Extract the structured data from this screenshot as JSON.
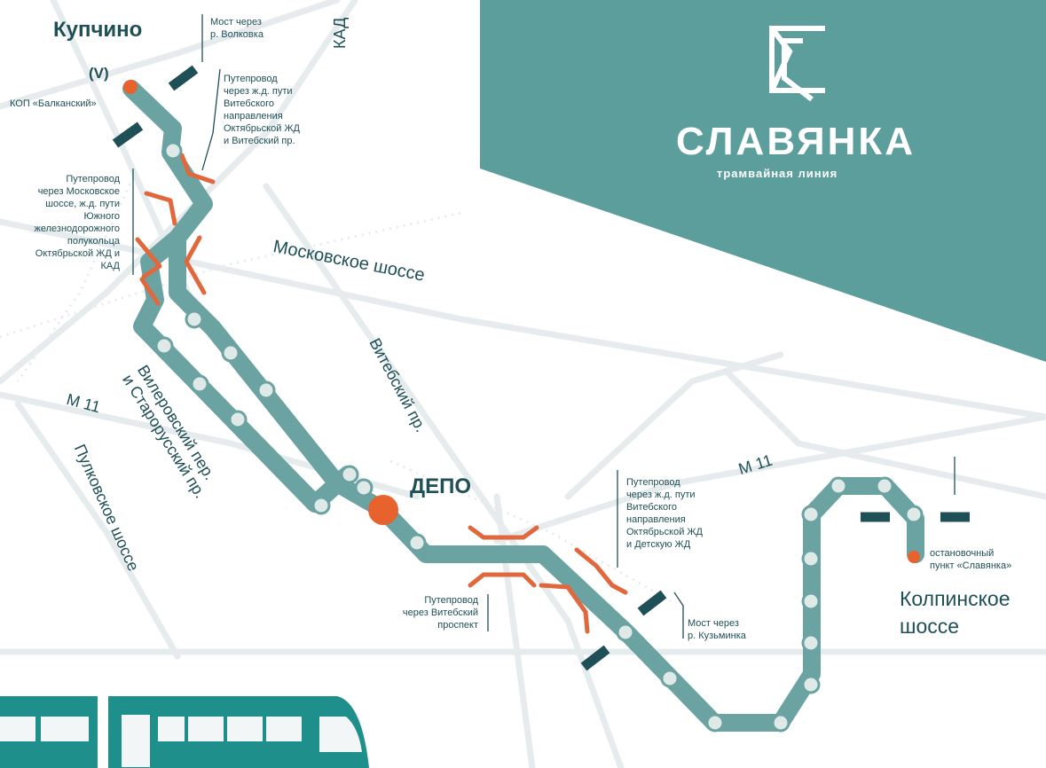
{
  "brand": {
    "name": "СЛАВЯНКА",
    "subtitle": "трамвайная линия",
    "panel_color": "#5c9e9c"
  },
  "colors": {
    "route": "#6aa3a1",
    "stop": "#dfe9e8",
    "overpass": "#e0683c",
    "bridge": "#1f4f57",
    "terminal": "#e8622d",
    "text": "#1f4f57",
    "street": "#e6ecee"
  },
  "places": {
    "kupchino": "Купчино",
    "metro_symbol": "(V)",
    "kop_balkansky": "КОП «Балканский»",
    "depo": "ДЕПО",
    "kolpinskoe": "Колпинское\nшоссе",
    "slavyanka_stop": "остановочный\nпункт «Славянка»"
  },
  "streets": {
    "moskovskoe": "Московское шоссе",
    "vitebsky": "Витебский пр.",
    "vilerovsky": "Вилеровский пер.\nи Старорусский пр.",
    "m11_left": "М 11",
    "m11_right": "М 11",
    "pulkovskoe": "Пулковское шоссе",
    "kad": "КАД"
  },
  "notes": {
    "bridge_volkovka": "Мост через\nр. Волковка",
    "overpass_vitebsk_north": "Путепровод\nчерез ж.д. пути\nВитебского\nнаправления\nОктябрьской ЖД\nи Витебский пр.",
    "overpass_moskovskoe": "Путепровод\nчерез Московское\nшоссе, ж.д. пути\nЮжного\nжелезнодорожного\nполукольца\nОктябрьской ЖД и\nКАД",
    "overpass_vitebsk_south": "Путепровод\nчерез ж.д. пути\nВитебского\nнаправления\nОктябрьской ЖД\nи Детскую ЖД",
    "overpass_vitebsky_prospect": "Путепровод\nчерез Витебский\nпроспект",
    "bridge_kuzminka": "Мост через\nр. Кузьминка"
  }
}
